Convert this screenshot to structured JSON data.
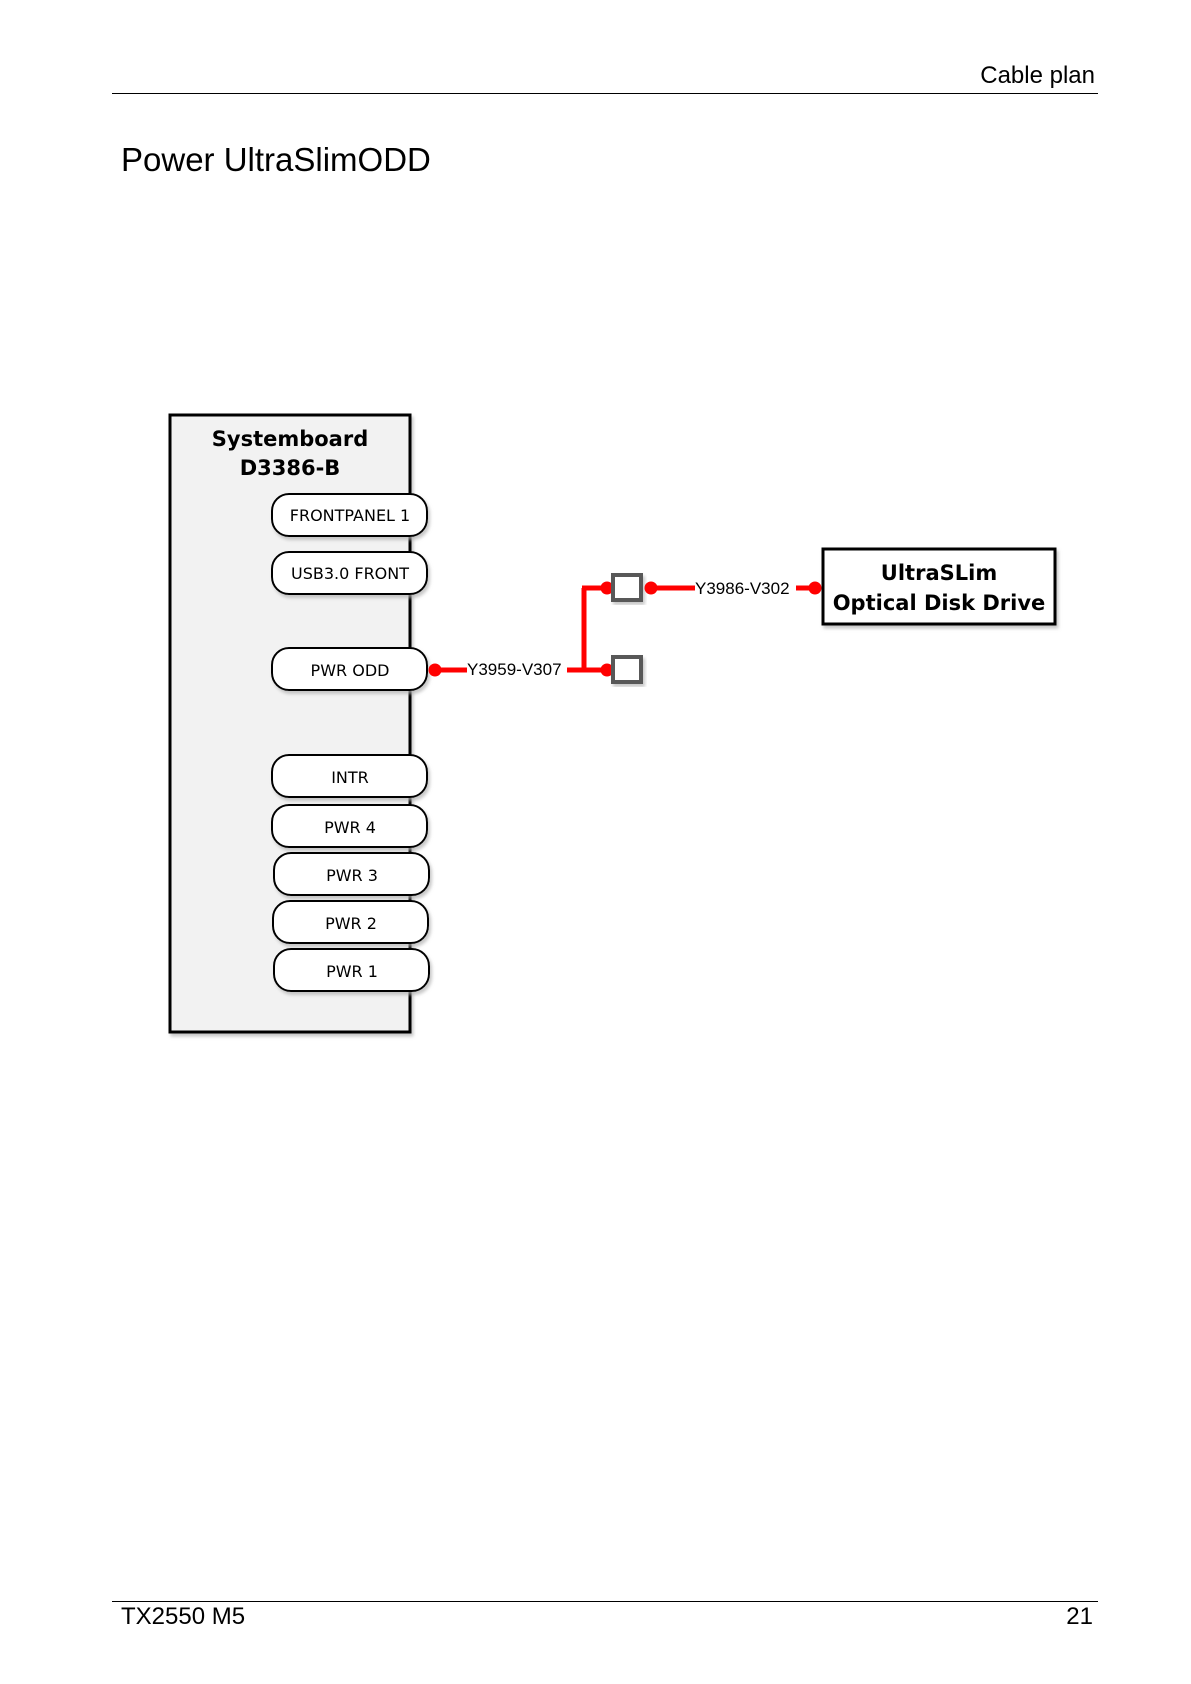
{
  "header": {
    "section": "Cable plan"
  },
  "page_title": "Power UltraSlimODD",
  "diagram": {
    "systemboard": {
      "name_line1": "Systemboard",
      "name_line2": "D3386-B",
      "connectors": [
        {
          "label": "FRONTPANEL 1"
        },
        {
          "label": "USB3.0 FRONT"
        },
        {
          "label": "PWR ODD"
        },
        {
          "label": "INTR"
        },
        {
          "label": "PWR 4"
        },
        {
          "label": "PWR 3"
        },
        {
          "label": "PWR 2"
        },
        {
          "label": "PWR 1"
        }
      ]
    },
    "cables": {
      "board_cable": "Y3959-V307",
      "drive_cable": "Y3986-V302"
    },
    "device": {
      "line1": "UltraSLim",
      "line2": "Optical Disk Drive"
    },
    "colors": {
      "cable": "#ff0000",
      "board_fill": "#f2f2f2",
      "plug_border": "#595959"
    }
  },
  "footer": {
    "model": "TX2550 M5",
    "page_number": "21"
  }
}
